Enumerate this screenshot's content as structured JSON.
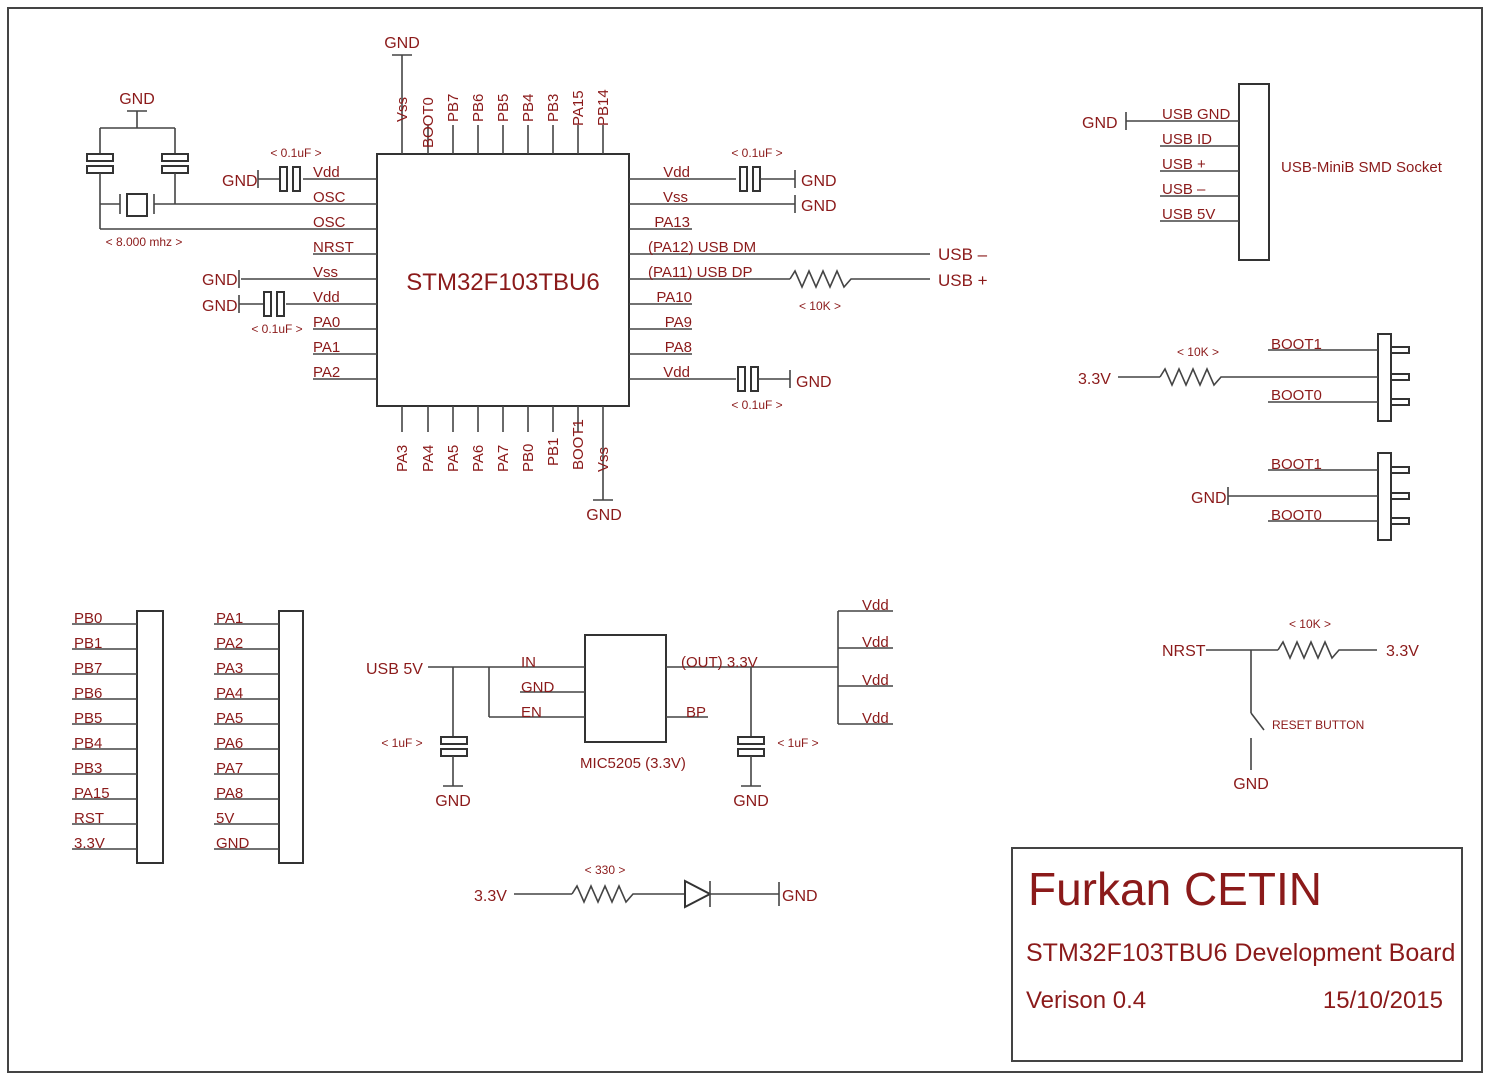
{
  "chip": {
    "name": "STM32F103TBU6",
    "top_pins": [
      "Vss",
      "BOOT0",
      "PB7",
      "PB6",
      "PB5",
      "PB4",
      "PB3",
      "PA15",
      "PB14"
    ],
    "bottom_pins": [
      "PA3",
      "PA4",
      "PA5",
      "PA6",
      "PA7",
      "PB0",
      "PB1",
      "BOOT1",
      "Vss"
    ],
    "left_pins": [
      "Vdd",
      "OSC",
      "OSC",
      "NRST",
      "Vss",
      "Vdd",
      "PA0",
      "PA1",
      "PA2"
    ],
    "right_pins": [
      "Vdd",
      "Vss",
      "PA13",
      "(PA12) USB DM",
      "(PA11) USB DP",
      "PA10",
      "PA9",
      "PA8",
      "Vdd"
    ]
  },
  "nets": {
    "gnd": "GND",
    "usb_minus": "USB –",
    "usb_plus": "USB +",
    "v33": "3.3V",
    "nrst": "NRST",
    "usb5v": "USB 5V"
  },
  "values": {
    "cap_01uf": "< 0.1uF >",
    "cap_1uf": "< 1uF >",
    "res_10k": "< 10K >",
    "res_330": "< 330 >",
    "crystal": "< 8.000 mhz >"
  },
  "usb_socket": {
    "name": "USB-MiniB SMD Socket",
    "pins": [
      "USB GND",
      "USB ID",
      "USB +",
      "USB –",
      "USB 5V"
    ]
  },
  "boot_jumper": {
    "pins": [
      "BOOT1",
      "BOOT0"
    ]
  },
  "header_left": [
    "PB0",
    "PB1",
    "PB7",
    "PB6",
    "PB5",
    "PB4",
    "PB3",
    "PA15",
    "RST",
    "3.3V"
  ],
  "header_right": [
    "PA1",
    "PA2",
    "PA3",
    "PA4",
    "PA5",
    "PA6",
    "PA7",
    "PA8",
    "5V",
    "GND"
  ],
  "regulator": {
    "name": "MIC5205 (3.3V)",
    "pins_left": [
      "IN",
      "GND",
      "EN"
    ],
    "out": "(OUT) 3.3V",
    "bp": "BP",
    "vdd_outputs": [
      "Vdd",
      "Vdd",
      "Vdd",
      "Vdd"
    ]
  },
  "reset": {
    "button": "RESET BUTTON"
  },
  "title_block": {
    "author": "Furkan CETIN",
    "title": "STM32F103TBU6 Development Board",
    "version": "Verison 0.4",
    "date": "15/10/2015"
  }
}
